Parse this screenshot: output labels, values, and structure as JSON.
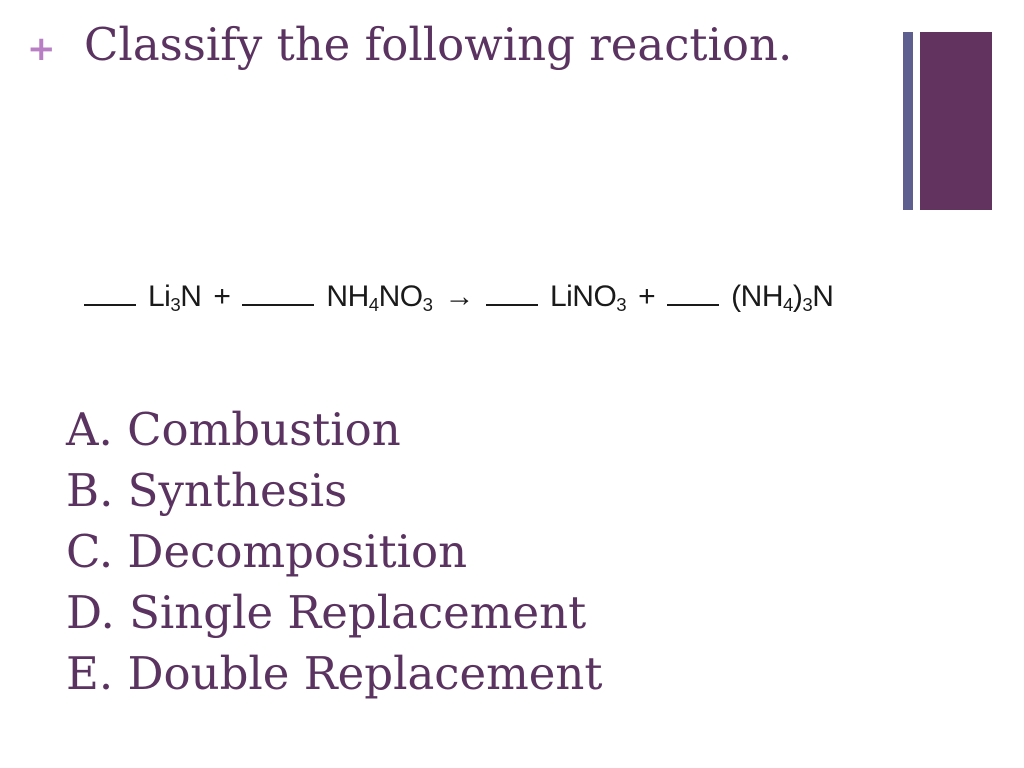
{
  "slide": {
    "bullet": "+",
    "title": "Classify the following reaction."
  },
  "equation": {
    "reactant1": {
      "formula": "Li",
      "sub": "3",
      "tail": "N"
    },
    "plus1": "+",
    "reactant2": {
      "a": "NH",
      "sub1": "4",
      "b": "NO",
      "sub2": "3"
    },
    "arrow": "→",
    "product1": {
      "a": "LiNO",
      "sub": "3"
    },
    "plus2": "+",
    "product2": {
      "a": "(NH",
      "sub1": "4",
      "b": ")",
      "sub2": "3",
      "c": "N"
    }
  },
  "options": [
    {
      "label": "A. Combustion"
    },
    {
      "label": "B. Synthesis"
    },
    {
      "label": "C. Decomposition"
    },
    {
      "label": "D. Single Replacement"
    },
    {
      "label": "E. Double Replacement"
    }
  ],
  "colors": {
    "text_primary": "#5b3360",
    "accent_pink": "#b97fc4",
    "deco_thin": "#5e5f8f",
    "deco_thick": "#633360"
  }
}
